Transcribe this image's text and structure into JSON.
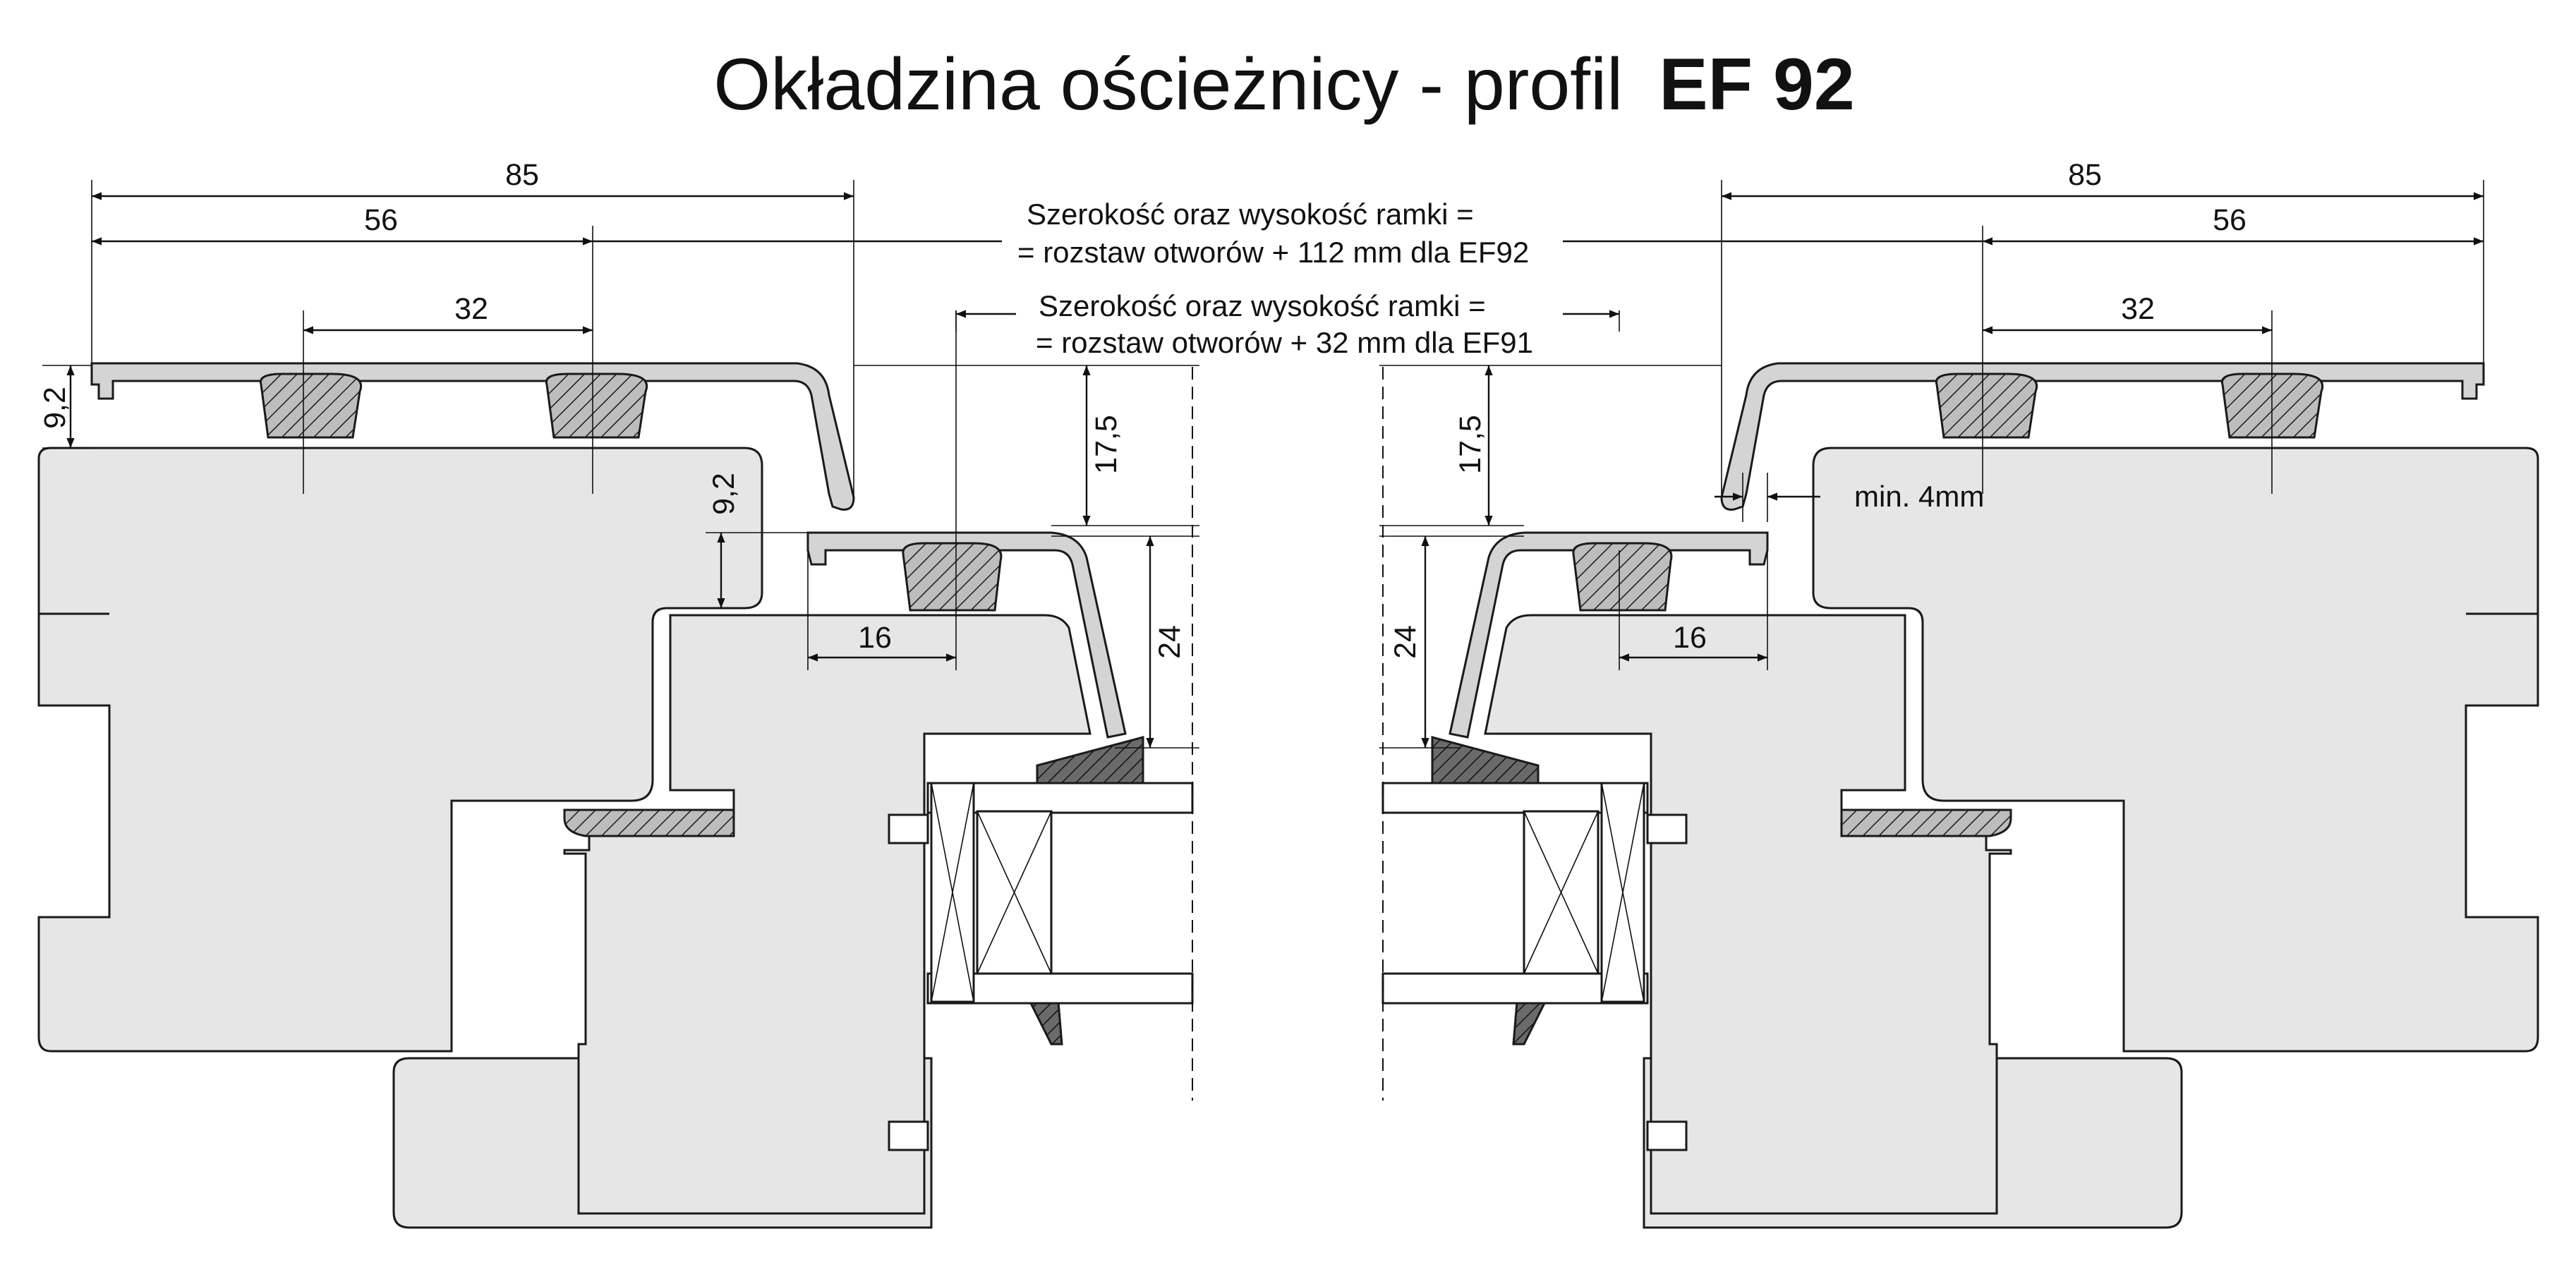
{
  "title": {
    "main": "Okładzina ościeżnicy - profil",
    "bold": "EF 92"
  },
  "notes": {
    "ef92_line1": "Szerokość oraz wysokość ramki =",
    "ef92_line2": "= rozstaw otworów + 112 mm dla EF92",
    "ef91_line1": "Szerokość oraz wysokość ramki =",
    "ef91_line2": "= rozstaw otworów + 32 mm dla EF91",
    "min_gap": "min. 4mm"
  },
  "dimensions": {
    "left": {
      "d85": "85",
      "d56": "56",
      "d32": "32",
      "d9_2_top": "9,2",
      "d9_2_step": "9,2",
      "d17_5": "17,5",
      "d24": "24",
      "d16": "16"
    },
    "right": {
      "d85": "85",
      "d56": "56",
      "d32": "32",
      "d17_5": "17,5",
      "d24": "24",
      "d16": "16"
    }
  },
  "colors": {
    "wood": "#e6e6e6",
    "profile": "#d4d4d4",
    "line": "#1a1a1a",
    "background": "#ffffff"
  }
}
